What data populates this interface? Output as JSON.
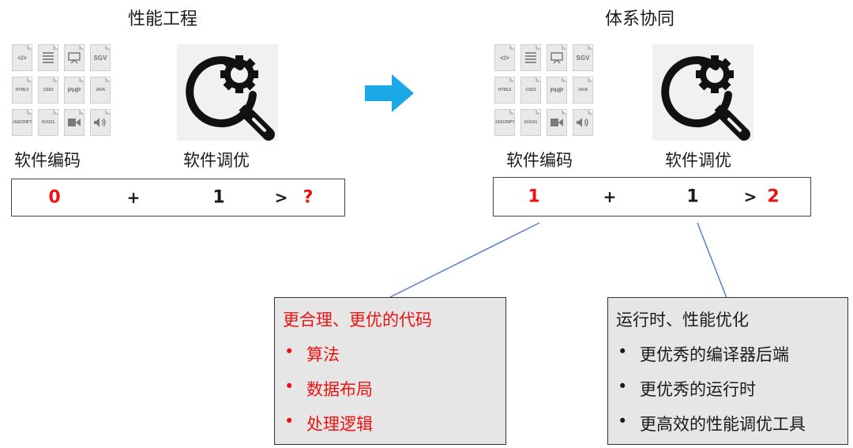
{
  "left_panel": {
    "title": "性能工程",
    "coding_label": "软件编码",
    "tuning_label": "软件调优",
    "equation": {
      "a": "0",
      "plus": "+",
      "b": "1",
      "gt": ">",
      "result": "?"
    }
  },
  "right_panel": {
    "title": "体系协同",
    "coding_label": "软件编码",
    "tuning_label": "软件调优",
    "equation": {
      "a": "1",
      "plus": "+",
      "b": "1",
      "gt": ">",
      "result": "2"
    }
  },
  "file_icons": {
    "row1": [
      "</>",
      "",
      "",
      "SGV"
    ],
    "row2": [
      "HTML5",
      "CSS3",
      "PHP",
      "JAVA"
    ],
    "row3": [
      "JASCRIPT",
      "010101",
      "",
      ""
    ]
  },
  "code_note": {
    "heading": "更合理、更优的代码",
    "items": [
      "算法",
      "数据布局",
      "处理逻辑"
    ]
  },
  "runtime_note": {
    "heading": "运行时、性能优化",
    "items": [
      "更优秀的编译器后端",
      "更优秀的运行时",
      "更高效的性能调优工具"
    ]
  },
  "colors": {
    "arrow": "#1aa9e6",
    "accent_red": "#ee1111",
    "connector": "#5b7fc4",
    "note_bg": "#e6e6e6"
  }
}
